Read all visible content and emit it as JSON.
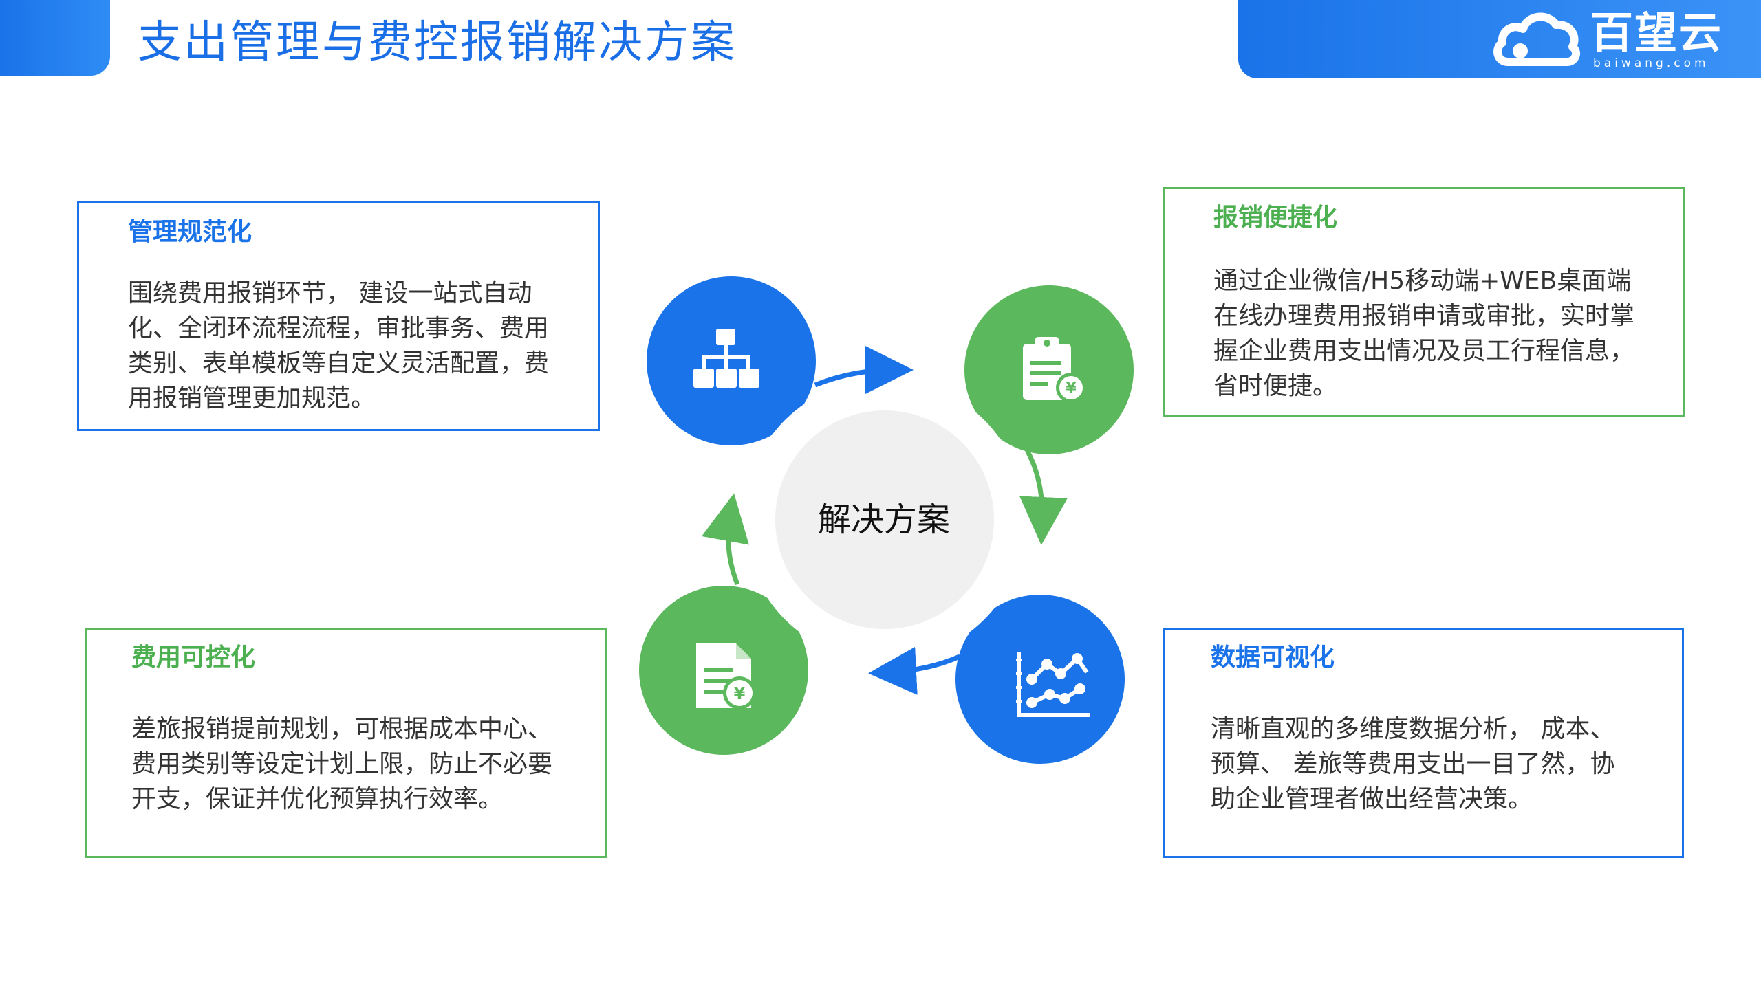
{
  "header": {
    "title": "支出管理与费控报销解决方案",
    "logo_name": "百望云",
    "logo_sub": "baiwang.com"
  },
  "center": {
    "label": "解决方案"
  },
  "cards": {
    "top_left": {
      "title": "管理规范化",
      "body": "围绕费用报销环节， 建设一站式自动化、全闭环流程流程，审批事务、费用类别、表单模板等自定义灵活配置，费用报销管理更加规范。"
    },
    "top_right": {
      "title": "报销便捷化",
      "body": "通过企业微信/H5移动端+WEB桌面端在线办理费用报销申请或审批，实时掌握企业费用支出情况及员工行程信息，省时便捷。"
    },
    "bottom_left": {
      "title": "费用可控化",
      "body": "差旅报销提前规划，可根据成本中心、费用类别等设定计划上限，防止不必要开支，保证并优化预算执行效率。"
    },
    "bottom_right": {
      "title": "数据可视化",
      "body": "清晰直观的多维度数据分析， 成本、预算、 差旅等费用支出一目了然，协助企业管理者做出经营决策。"
    }
  },
  "icons": {
    "top_left": "org-chart-icon",
    "top_right": "clipboard-yuan-icon",
    "bottom_left": "document-yuan-icon",
    "bottom_right": "line-chart-icon",
    "yuan_symbol": "¥"
  },
  "colors": {
    "blue": "#1a73e8",
    "green": "#5cb85c",
    "center_fill": "#f0f0f0"
  }
}
